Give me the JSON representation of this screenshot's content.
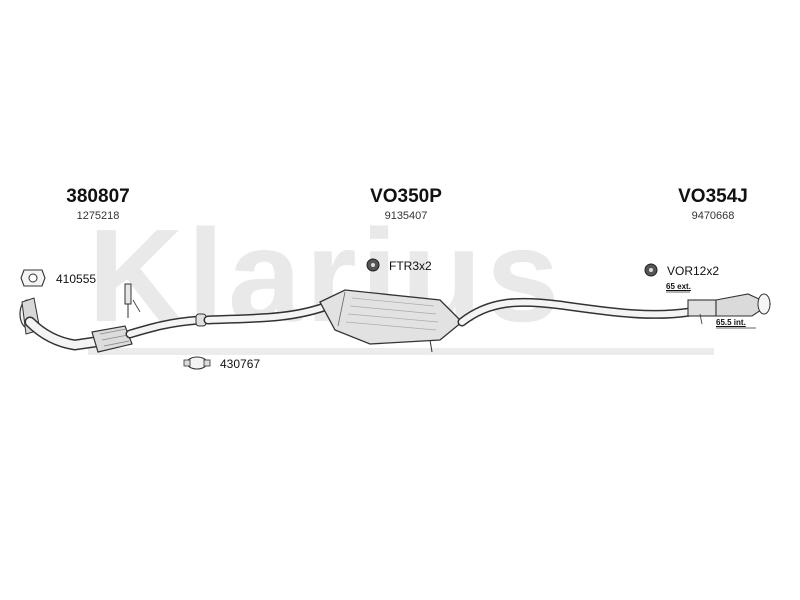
{
  "watermark": "Klarius",
  "parts": [
    {
      "code": "380807",
      "ref": "1275218"
    },
    {
      "code": "VO350P",
      "ref": "9135407"
    },
    {
      "code": "VO354J",
      "ref": "9470668"
    }
  ],
  "accessories": [
    {
      "label": "410555",
      "icon": "gasket-icon"
    },
    {
      "label": "430767",
      "icon": "clamp-icon"
    },
    {
      "label": "FTR3x2",
      "icon": "rubber-mount-icon"
    },
    {
      "label": "VOR12x2",
      "icon": "rubber-mount-icon"
    }
  ],
  "notes": {
    "ext": "65 ext.",
    "int": "65.5 int."
  }
}
